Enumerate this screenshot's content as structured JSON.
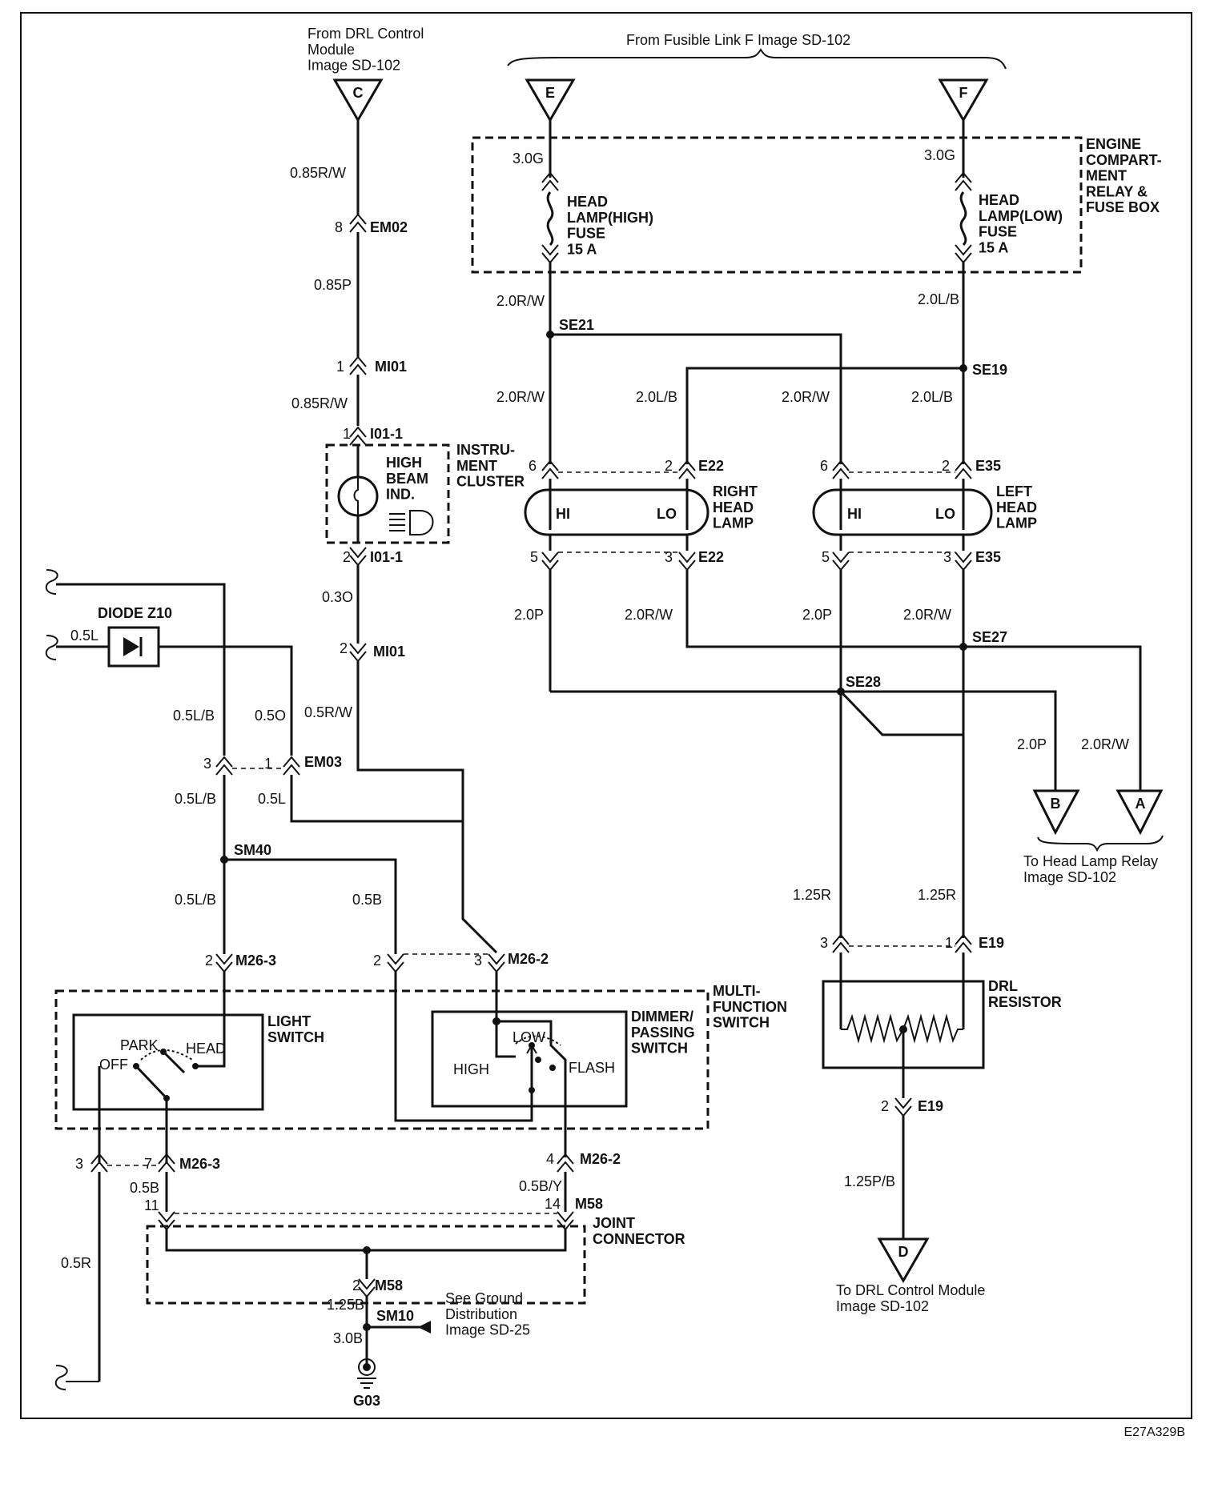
{
  "diagram_code": "E27A329B",
  "sources": {
    "drl_control": "From DRL Control\nModule\nImage  SD-102",
    "fusible_link": "From Fusible Link F  Image  SD-102"
  },
  "terminals": {
    "C": "C",
    "E": "E",
    "F": "F",
    "A": "A",
    "B": "B",
    "D": "D"
  },
  "destinations": {
    "head_lamp_relay": "To Head Lamp Relay\nImage  SD-102",
    "drl_control_module": "To DRL Control Module\nImage  SD-102",
    "ground_distribution": "See Ground\nDistribution\nImage   SD-25"
  },
  "components": {
    "fuse_box": "ENGINE\nCOMPART-\nMENT\nRELAY &\nFUSE BOX",
    "fuse_high": "HEAD\nLAMP(HIGH)\nFUSE\n15 A",
    "fuse_low": "HEAD\nLAMP(LOW)\nFUSE\n15 A",
    "instrument_cluster": "INSTRU-\nMENT\nCLUSTER",
    "high_beam_ind": "HIGH\nBEAM\nIND.",
    "right_head_lamp": "RIGHT\nHEAD\nLAMP",
    "left_head_lamp": "LEFT\nHEAD\nLAMP",
    "diode": "DIODE Z10",
    "multi_function_switch": "MULTI-\nFUNCTION\nSWITCH",
    "light_switch": "LIGHT\nSWITCH",
    "dimmer_switch": "DIMMER/\nPASSING\nSWITCH",
    "drl_resistor": "DRL\nRESISTOR",
    "joint_connector": "JOINT\nCONNECTOR",
    "ground": "G03"
  },
  "switch_positions": {
    "park": "PARK",
    "head": "HEAD",
    "off": "OFF",
    "low": "LOW",
    "high": "HIGH",
    "flash": "FLASH",
    "hi": "HI",
    "lo": "LO"
  },
  "connectors": {
    "em02": "EM02",
    "mi01_a": "MI01",
    "i01_1_a": "I01-1",
    "i01_1_b": "I01-1",
    "mi01_b": "MI01",
    "em03": "EM03",
    "m26_3_a": "M26-3",
    "m26_2_a": "M26-2",
    "m26_3_b": "M26-3",
    "m26_2_b": "M26-2",
    "m58_a": "M58",
    "m58_b": "M58",
    "e22_a": "E22",
    "e22_b": "E22",
    "e35_a": "E35",
    "e35_b": "E35",
    "e19_a": "E19",
    "e19_b": "E19"
  },
  "splices": {
    "se21": "SE21",
    "se19": "SE19",
    "se27": "SE27",
    "se28": "SE28",
    "sm40": "SM40",
    "sm10": "SM10"
  },
  "pins": {
    "em02": "8",
    "mi01_a": "1",
    "i01_1_a": "1",
    "i01_1_b": "2",
    "mi01_b": "2",
    "em03_l": "3",
    "em03_r": "1",
    "m26_3_a": "2",
    "m26_2_l": "2",
    "m26_2_r": "3",
    "m26_3_l": "3",
    "m26_3_r": "7",
    "m26_2_b": "4",
    "m58_l": "11",
    "m58_r": "14",
    "m58_b": "2",
    "e22_hi_top": "6",
    "e22_lo_top": "2",
    "e35_hi_top": "6",
    "e35_lo_top": "2",
    "e22_hi_bot": "5",
    "e22_lo_bot": "3",
    "e35_hi_bot": "5",
    "e35_lo_bot": "3",
    "e19_l": "3",
    "e19_r": "1",
    "e19_b": "2"
  },
  "wires": {
    "c_out": "0.85R/W",
    "em02_mi01": "0.85P",
    "mi01_i01": "0.85R/W",
    "i01_mi01": "0.3O",
    "mi01_m26": "0.5R/W",
    "e_fuse": "3.0G",
    "f_fuse": "3.0G",
    "fuse_high_out": "2.0R/W",
    "fuse_low_out": "2.0L/B",
    "rhl_hi_in": "2.0R/W",
    "rhl_lo_in": "2.0L/B",
    "lhl_hi_in": "2.0R/W",
    "lhl_lo_in": "2.0L/B",
    "rhl_hi_out": "2.0P",
    "rhl_lo_out": "2.0R/W",
    "lhl_hi_out": "2.0P",
    "lhl_lo_out": "2.0R/W",
    "to_b": "2.0P",
    "to_a": "2.0R/W",
    "res_l": "1.25R",
    "res_r": "1.25R",
    "to_d": "1.25P/B",
    "diode_in": "0.5L",
    "em03_l_top": "0.5L/B",
    "em03_r_top": "0.5O",
    "em03_l_bot": "0.5L/B",
    "em03_r_bot": "0.5L",
    "sm40_down": "0.5L/B",
    "sm40_right": "0.5B",
    "light_sw_out": "0.5B",
    "dimmer_out": "0.5B/Y",
    "light_sw_3": "0.5R",
    "m58_out": "1.25B",
    "ground": "3.0B"
  }
}
